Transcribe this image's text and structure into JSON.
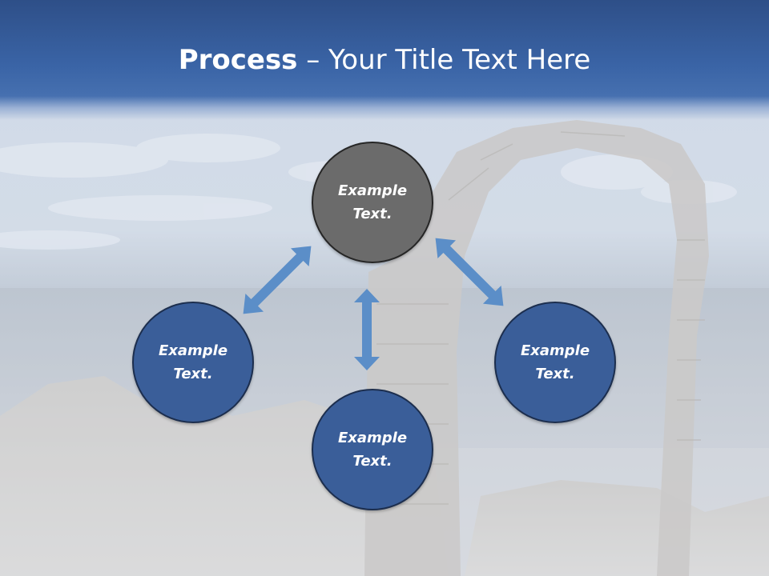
{
  "title": {
    "bold": "Process",
    "rest": " – Your Title Text Here"
  },
  "diagram": {
    "nodes": [
      {
        "id": "top",
        "label": "Example\nText."
      },
      {
        "id": "left",
        "label": "Example\nText."
      },
      {
        "id": "right",
        "label": "Example\nText."
      },
      {
        "id": "bottom",
        "label": "Example\nText."
      }
    ],
    "colors": {
      "header": "#3a64a6",
      "node_fill": "#3a5e99",
      "top_node_fill": "#6b6b6b",
      "arrow": "#5b8ec8"
    }
  }
}
